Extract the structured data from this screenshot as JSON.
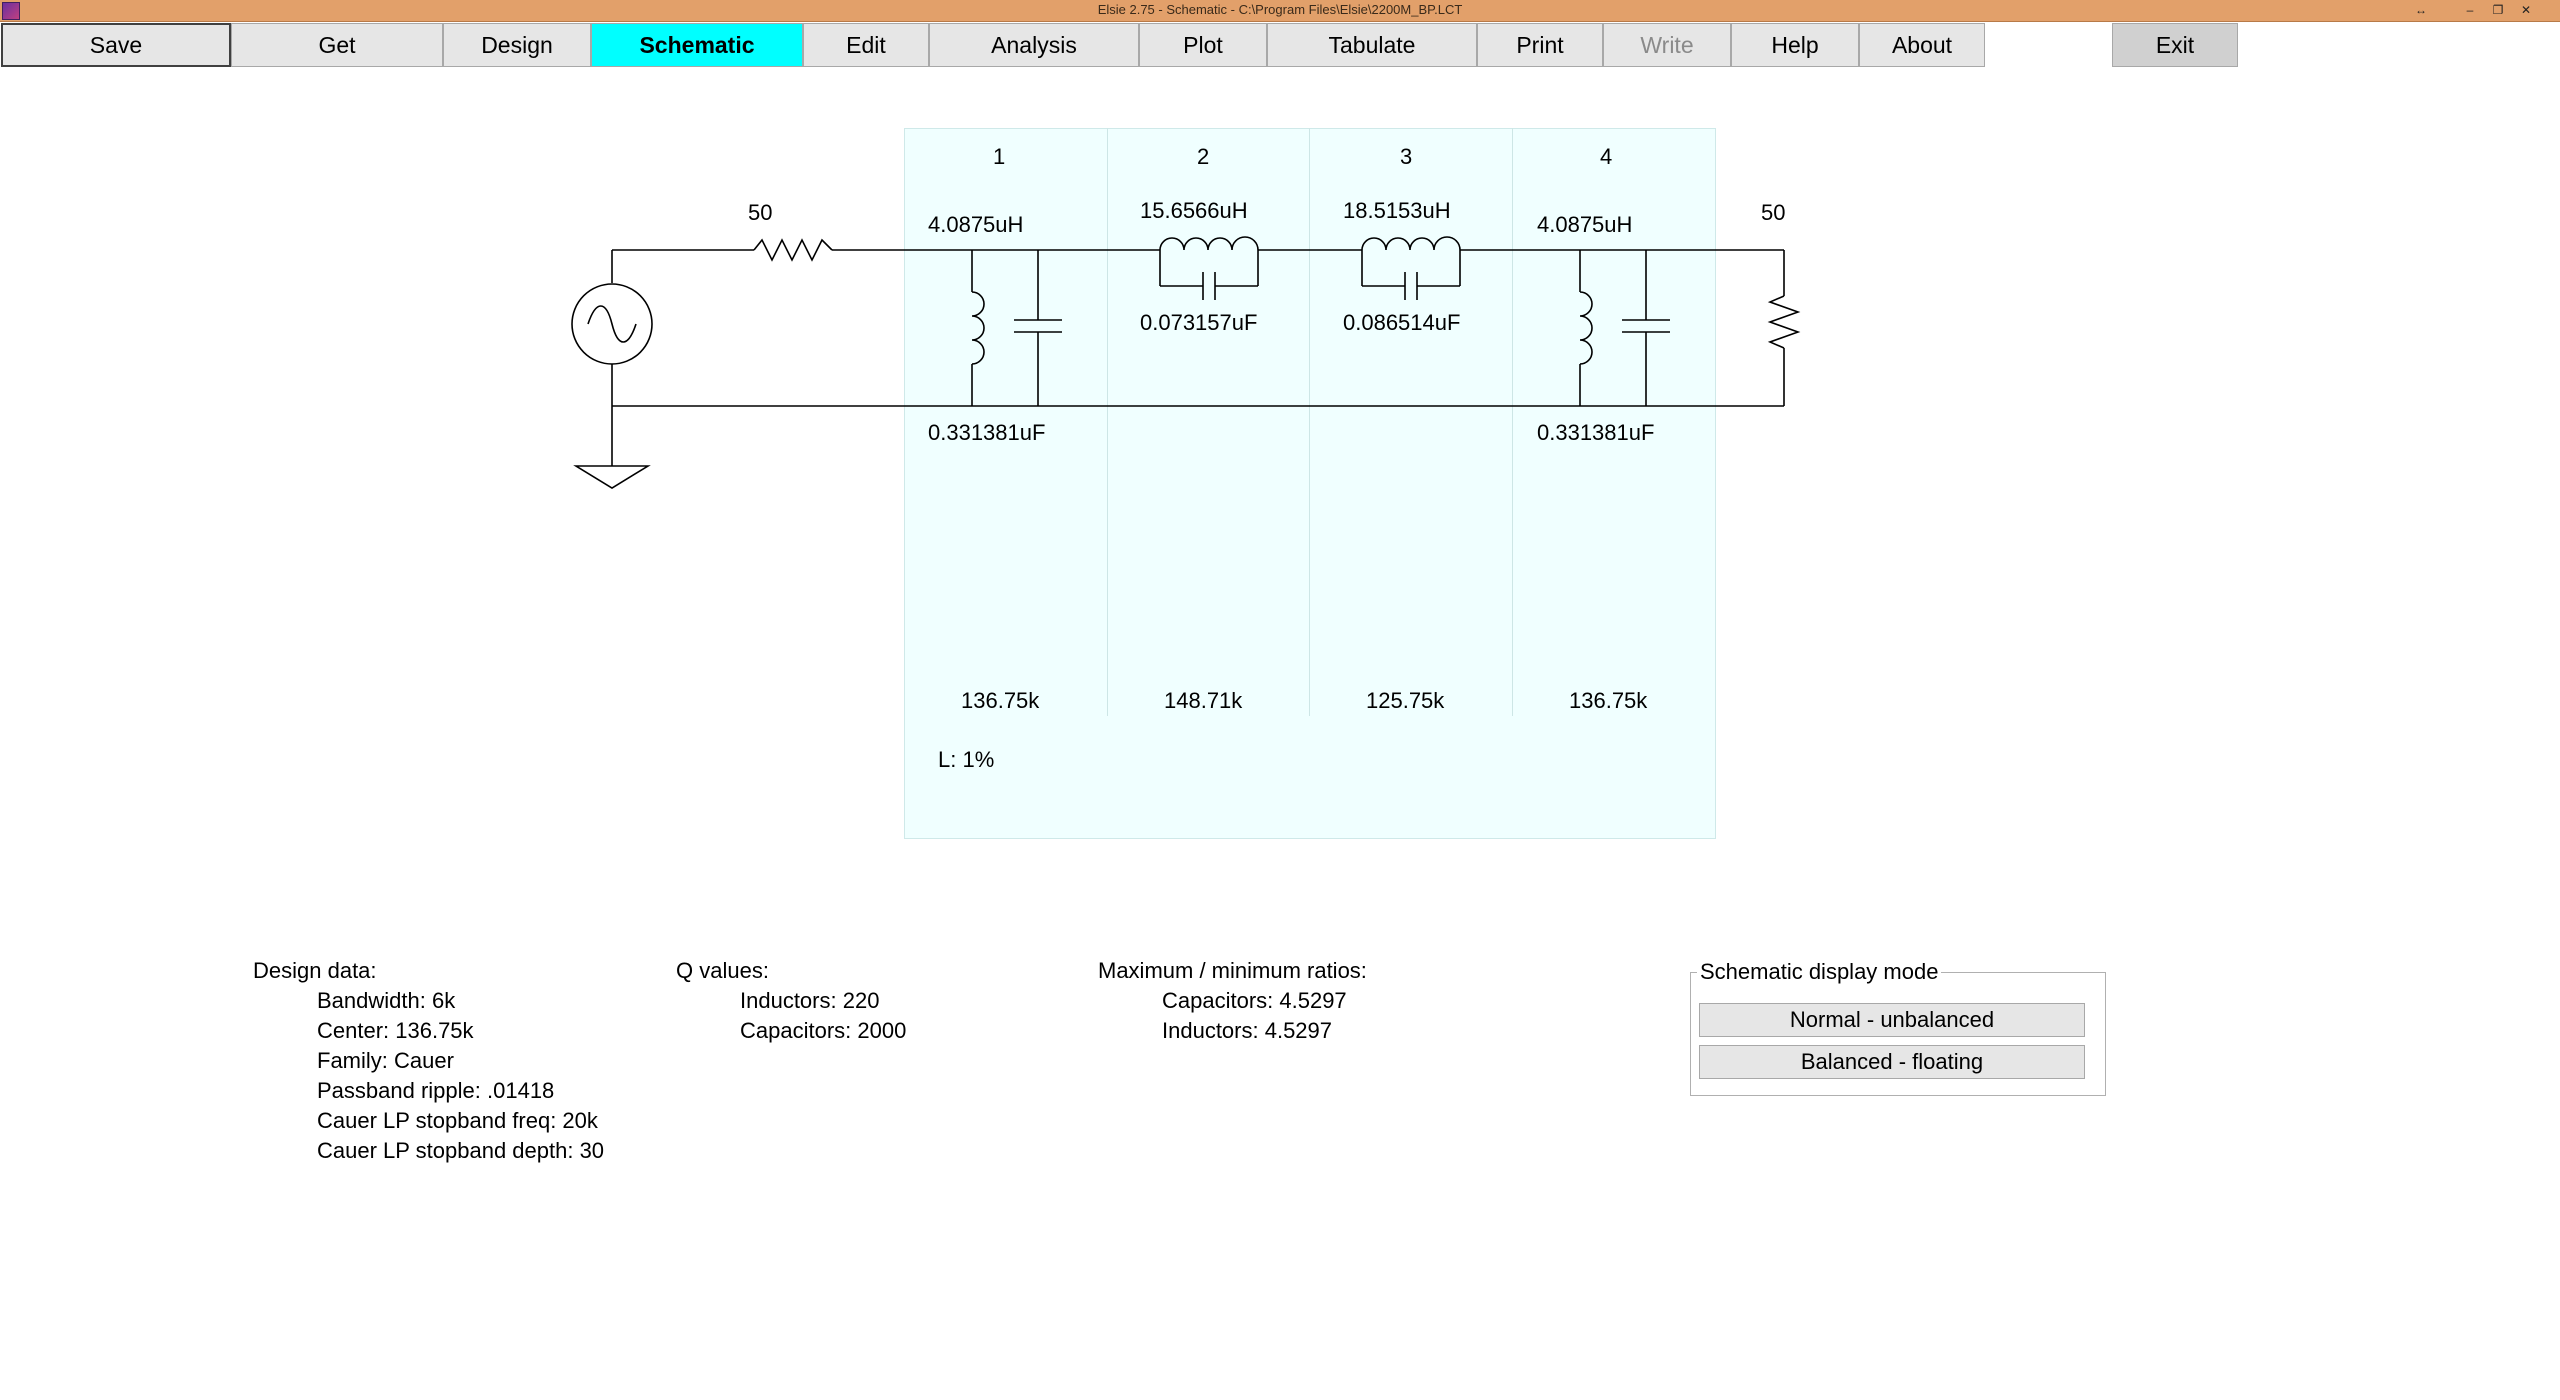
{
  "window": {
    "title": "Elsie 2.75 - Schematic - C:\\Program Files\\Elsie\\2200M_BP.LCT",
    "controls": [
      "↔",
      "–",
      "❐",
      "✕"
    ]
  },
  "menu": {
    "save": "Save",
    "get": "Get",
    "design": "Design",
    "schematic": "Schematic",
    "edit": "Edit",
    "analysis": "Analysis",
    "plot": "Plot",
    "tabulate": "Tabulate",
    "print": "Print",
    "write": "Write",
    "help": "Help",
    "about": "About",
    "exit": "Exit",
    "active_color": "#00ffff"
  },
  "schematic": {
    "source_resistance": "50",
    "load_resistance": "50",
    "sections": [
      {
        "number": "1",
        "top": "4.0875uH",
        "bottom": "0.331381uF",
        "freq": "136.75k"
      },
      {
        "number": "2",
        "top": "15.6566uH",
        "mid": "0.073157uF",
        "freq": "148.71k"
      },
      {
        "number": "3",
        "top": "18.5153uH",
        "mid": "0.086514uF",
        "freq": "125.75k"
      },
      {
        "number": "4",
        "top": "4.0875uH",
        "bottom": "0.331381uF",
        "freq": "136.75k"
      }
    ],
    "loss_note": "L: 1%",
    "band_color": "#f0ffff"
  },
  "design_data": {
    "heading": "Design data:",
    "lines": [
      "Bandwidth:  6k",
      "Center:  136.75k",
      "Family:  Cauer",
      "Passband ripple:  .01418",
      "Cauer LP stopband freq:  20k",
      "Cauer LP stopband depth:  30"
    ]
  },
  "q_values": {
    "heading": "Q values:",
    "lines": [
      "Inductors:  220",
      "Capacitors:  2000"
    ]
  },
  "ratios": {
    "heading": "Maximum / minimum ratios:",
    "lines": [
      "Capacitors: 4.5297",
      "Inductors: 4.5297"
    ]
  },
  "display_mode": {
    "legend": "Schematic display mode",
    "normal": "Normal - unbalanced",
    "balanced": "Balanced - floating"
  }
}
